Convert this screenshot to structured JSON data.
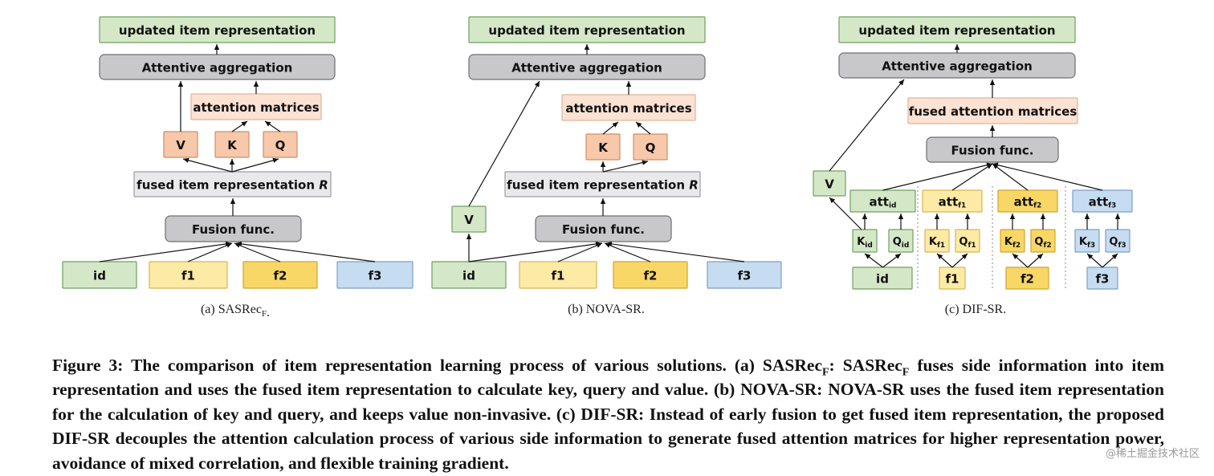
{
  "palette": {
    "green": "#d4e8c7",
    "green_stroke": "#6fa160",
    "yellow": "#fdeaa5",
    "yellow_stroke": "#d8b654",
    "gold": "#f9d766",
    "gold_stroke": "#cfa52f",
    "blue": "#c6dcf1",
    "blue_stroke": "#7d9fc6",
    "orange": "#f7c8aa",
    "orange_stroke": "#cf8f66",
    "peach": "#fbe2d3",
    "peach_stroke": "#dfb49a",
    "gray": "#c8c8ca",
    "gray_stroke": "#6f6f73",
    "lightgray": "#e9e9eb",
    "lightgray_stroke": "#9c9ca3"
  },
  "labels": {
    "updated": "updated item representation",
    "attentive": "Attentive aggregation",
    "attention_matrices": "attention matrices",
    "fused_attention_matrices": "fused attention matrices",
    "fused_item_rep": "fused item representation",
    "R": "R",
    "fusion": "Fusion func.",
    "V": "V",
    "K": "K",
    "Q": "Q",
    "id": "id",
    "f1": "f1",
    "f2": "f2",
    "f3": "f3",
    "att": "att"
  },
  "captions": {
    "a_prefix": "(a)  SASRec",
    "a_sub": "F",
    "a_suffix": ".",
    "b": "(b)  NOVA-SR.",
    "c": "(c)  DIF-SR."
  },
  "figure_caption": {
    "t1": "Figure 3: The comparison of item representation learning process of various solutions. (a) SASRec",
    "s1": "F",
    "t2": ": SASRec",
    "s2": "F",
    "t3": " fuses side information into item representation and uses the fused item representation to calculate key, query and value. (b) NOVA-SR: NOVA-SR uses the fused item representation for the calculation of key and query, and keeps value non-invasive. (c) DIF-SR: Instead of early fusion to get fused item representation, the proposed DIF-SR decouples the attention calculation process of various side information to generate fused attention matrices for higher representation power, avoidance of mixed correlation, and flexible training gradient."
  },
  "watermark": "@稀土掘金技术社区"
}
